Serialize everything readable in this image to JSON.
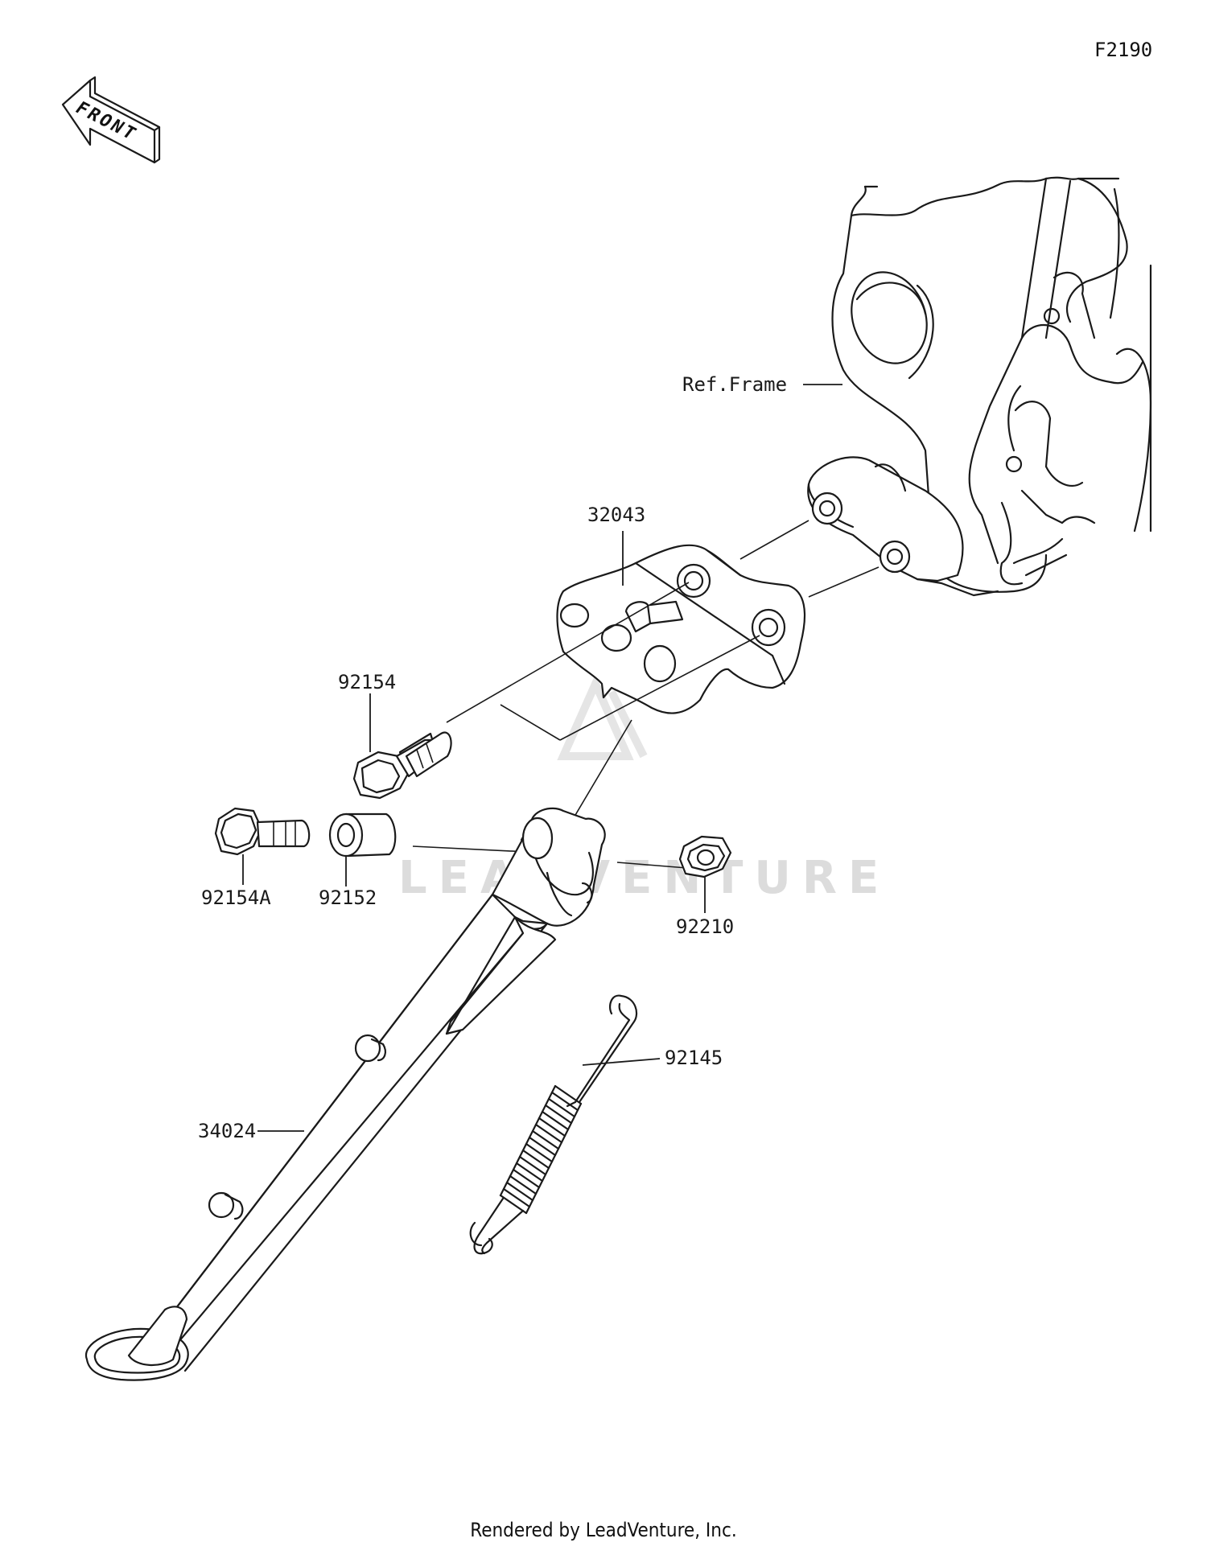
{
  "diagram_id": "F2190",
  "front_arrow_label": "FRONT",
  "watermark": "LEADVENTURE",
  "footer": "Rendered by LeadVenture, Inc.",
  "callouts": {
    "ref_frame": "Ref.Frame",
    "bracket": "32043",
    "bolt_upper": "92154",
    "bolt_lower": "92154A",
    "collar": "92152",
    "nut": "92210",
    "spring": "92145",
    "side_stand": "34024"
  }
}
